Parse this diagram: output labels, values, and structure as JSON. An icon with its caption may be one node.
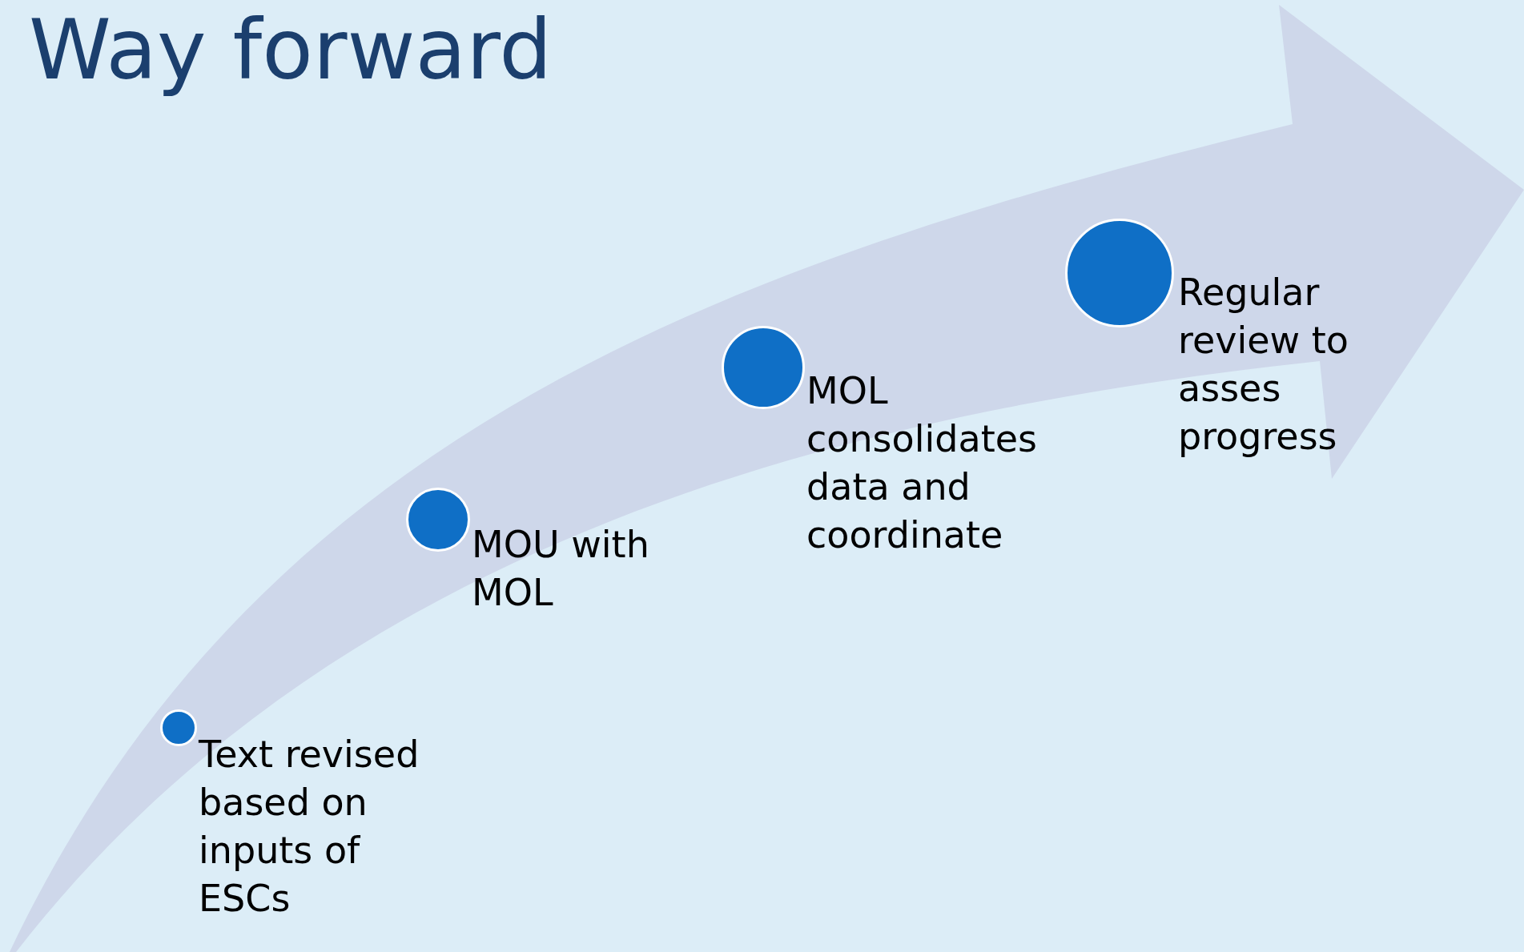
{
  "diagram": {
    "title": "Way forward",
    "nodes": [
      {
        "text": [],
        "shape": "circle",
        "beside": [
          "Text revised based on inputs of ESCs"
        ]
      },
      {
        "text": [],
        "shape": "circle",
        "beside": [
          "MOU with MOL"
        ]
      },
      {
        "text": [],
        "shape": "circle",
        "beside": [
          "MOL consolidates data and coordinate"
        ]
      },
      {
        "text": [],
        "shape": "circle",
        "beside": [
          "Regular review to asses progress"
        ]
      }
    ]
  }
}
